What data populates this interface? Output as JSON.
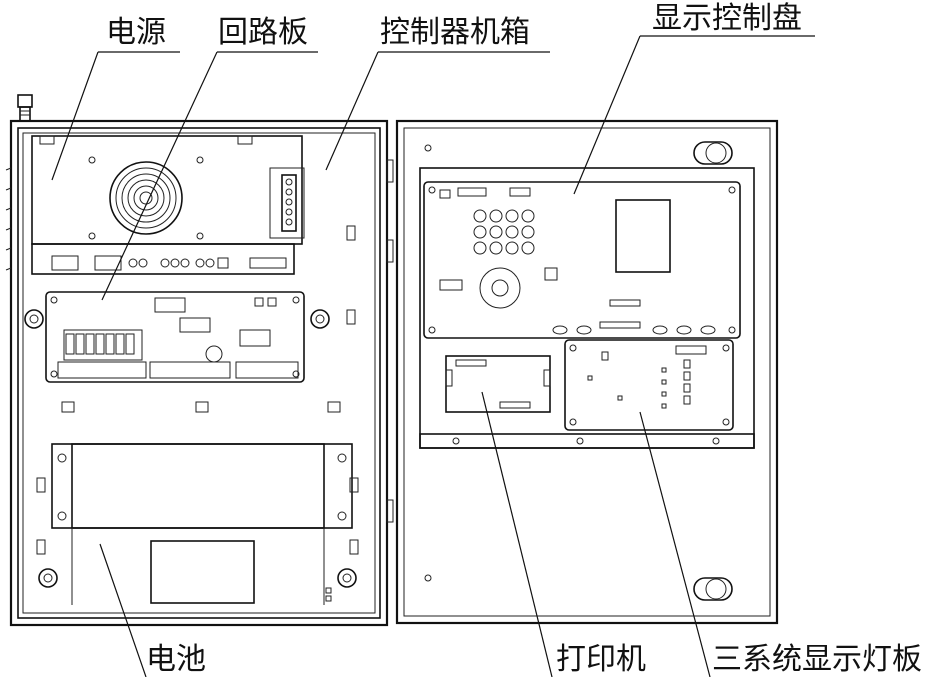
{
  "labels": {
    "power_supply": "电源",
    "loop_board": "回路板",
    "controller_chassis": "控制器机箱",
    "display_control_panel": "显示控制盘",
    "battery": "电池",
    "printer": "打印机",
    "three_system_light_board": "三系统显示灯板"
  },
  "colors": {
    "line": "#111111",
    "background": "#ffffff"
  }
}
